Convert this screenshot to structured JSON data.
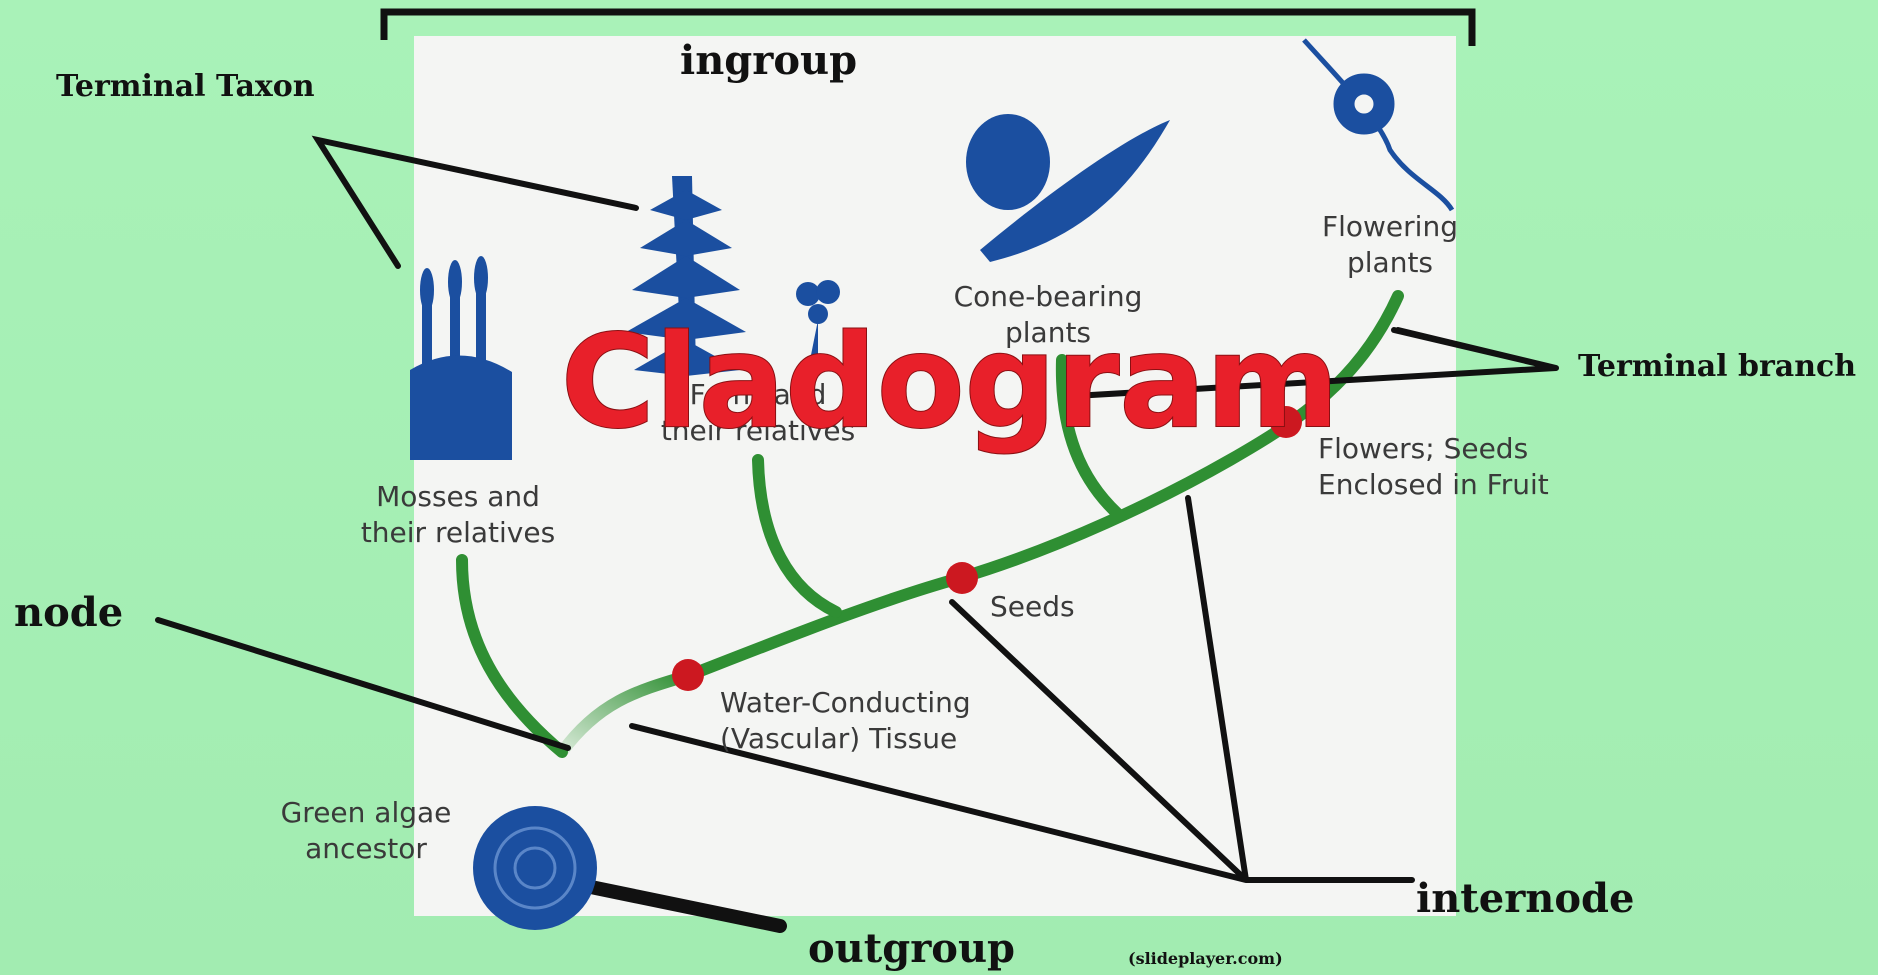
{
  "title": "Cladogram",
  "annotations": {
    "ingroup": "ingroup",
    "terminal_taxon": "Terminal Taxon",
    "terminal_branch": "Terminal branch",
    "node": "node",
    "internode": "internode",
    "outgroup": "outgroup",
    "credit": "(slideplayer.com)"
  },
  "taxa": {
    "flowering_l1": "Flowering",
    "flowering_l2": "plants",
    "cone_l1": "Cone-bearing",
    "cone_l2": "plants",
    "ferns_l1": "Ferns and",
    "ferns_l2": "their relatives",
    "mosses_l1": "Mosses and",
    "mosses_l2": "their relatives",
    "algae_l1": "Green algae",
    "algae_l2": "ancestor"
  },
  "traits": {
    "flowers_l1": "Flowers; Seeds",
    "flowers_l2": "Enclosed in Fruit",
    "seeds": "Seeds",
    "vascular_l1": "Water-Conducting",
    "vascular_l2": "(Vascular) Tissue"
  },
  "colors": {
    "background": "#a8f0b6",
    "panel": "#f4f5f3",
    "branch": "#2f8f33",
    "trait_marker": "#cc1820",
    "illustration": "#1b4fa0",
    "title": "#e8202a"
  },
  "icons": [
    "fern-icon",
    "cone-icon",
    "flower-icon",
    "moss-icon",
    "algae-icon",
    "sporangia-icon"
  ]
}
